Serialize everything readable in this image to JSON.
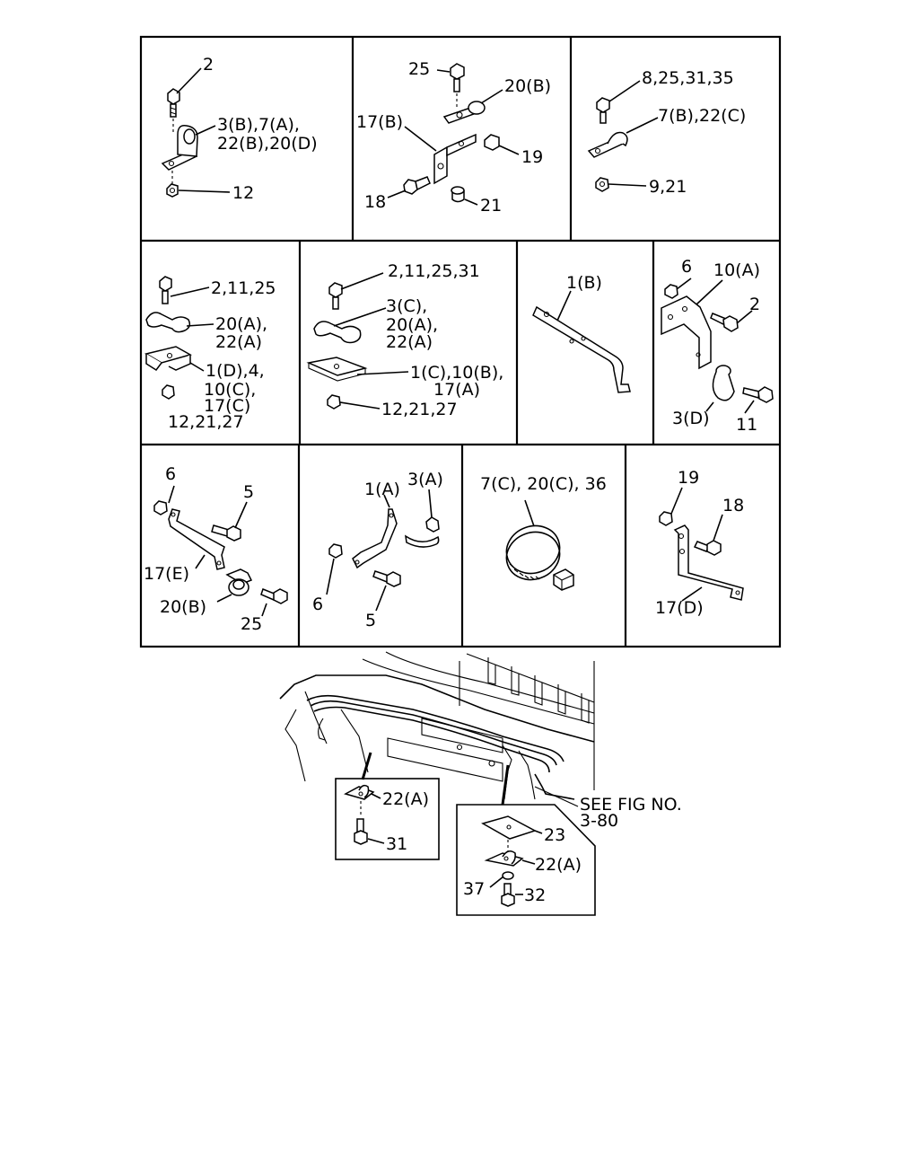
{
  "cells": [
    {
      "id": "c1",
      "labels": [
        "2",
        "3(B),7(A),",
        "22(B),20(D)",
        "12"
      ]
    },
    {
      "id": "c2",
      "labels": [
        "25",
        "20(B)",
        "17(B)",
        "19",
        "18",
        "21"
      ]
    },
    {
      "id": "c3",
      "labels": [
        "8,25,31,35",
        "7(B),22(C)",
        "9,21"
      ]
    },
    {
      "id": "c4",
      "labels": [
        "2,11,25",
        "20(A),",
        "22(A)",
        "1(D),4,",
        "10(C),",
        "17(C)",
        "12,21,27"
      ]
    },
    {
      "id": "c5",
      "labels": [
        "2,11,25,31",
        "3(C),",
        "20(A),",
        "22(A)",
        "1(C),10(B),",
        "17(A)",
        "12,21,27"
      ]
    },
    {
      "id": "c6",
      "labels": [
        "1(B)"
      ]
    },
    {
      "id": "c7",
      "labels": [
        "6",
        "10(A)",
        "2",
        "3(D)",
        "11"
      ]
    },
    {
      "id": "c8",
      "labels": [
        "6",
        "5",
        "17(E)",
        "20(B)",
        "25"
      ]
    },
    {
      "id": "c9",
      "labels": [
        "1(A)",
        "3(A)",
        "6",
        "5"
      ]
    },
    {
      "id": "c10",
      "labels": [
        "7(C), 20(C), 36"
      ]
    },
    {
      "id": "c11",
      "labels": [
        "19",
        "18",
        "17(D)"
      ]
    }
  ],
  "overview": {
    "inset_left": [
      "22(A)",
      "31"
    ],
    "inset_right": [
      "23",
      "22(A)",
      "37",
      "32"
    ],
    "reference": [
      "SEE FIG NO.",
      "3-80"
    ]
  }
}
